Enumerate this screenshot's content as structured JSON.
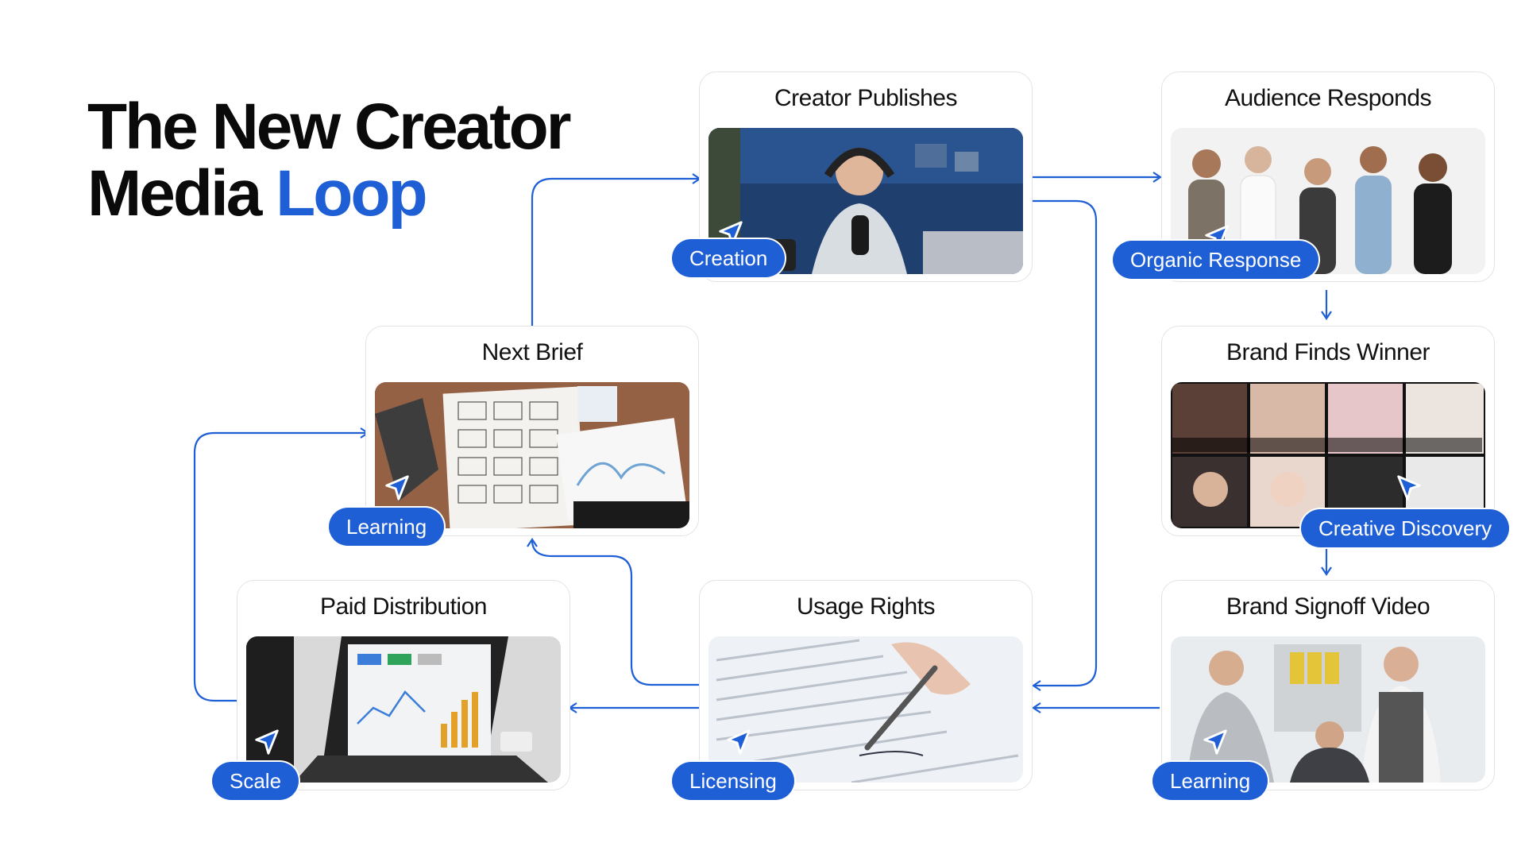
{
  "title": {
    "line1": "The New Creator",
    "line2_plain": "Media ",
    "line2_accent": "Loop"
  },
  "colors": {
    "accent": "#1f5fd6",
    "text": "#0a0a0a",
    "border": "#e3e3e3"
  },
  "cards": [
    {
      "id": "creator-publishes",
      "title": "Creator Publishes",
      "pill": "Creation",
      "image": "podcaster-studio"
    },
    {
      "id": "audience-responds",
      "title": "Audience Responds",
      "pill": "Organic Response",
      "image": "group-on-phones"
    },
    {
      "id": "next-brief",
      "title": "Next Brief",
      "pill": "Learning",
      "image": "storyboard-desk"
    },
    {
      "id": "brand-finds-winner",
      "title": "Brand Finds Winner",
      "pill": "Creative Discovery",
      "image": "ugc-video-grid"
    },
    {
      "id": "paid-distribution",
      "title": "Paid Distribution",
      "pill": "Scale",
      "image": "laptop-dashboard"
    },
    {
      "id": "usage-rights",
      "title": "Usage Rights",
      "pill": "Licensing",
      "image": "signing-document"
    },
    {
      "id": "brand-signoff-video",
      "title": "Brand Signoff Video",
      "pill": "Learning",
      "image": "office-meeting"
    }
  ],
  "icons": {
    "cursor": "cursor-arrow-icon",
    "arrow": "arrow-connector"
  }
}
